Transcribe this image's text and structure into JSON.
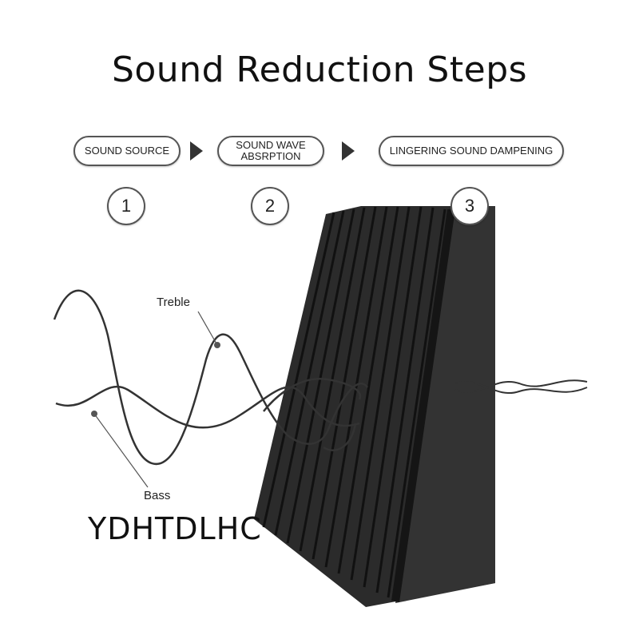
{
  "title": "Sound Reduction Steps",
  "steps": [
    {
      "label": "SOUND SOURCE",
      "number": "1"
    },
    {
      "label_line1": "SOUND WAVE",
      "label_line2": "ABSRPTION",
      "number": "2"
    },
    {
      "label": "LINGERING SOUND DAMPENING",
      "number": "3"
    }
  ],
  "waves": {
    "treble_label": "Treble",
    "bass_label": "Bass"
  },
  "brand": "YDHTDLHC",
  "colors": {
    "foam": "#2b2b2b",
    "foam_edge": "#1a1a1a",
    "wave": "#333333"
  }
}
